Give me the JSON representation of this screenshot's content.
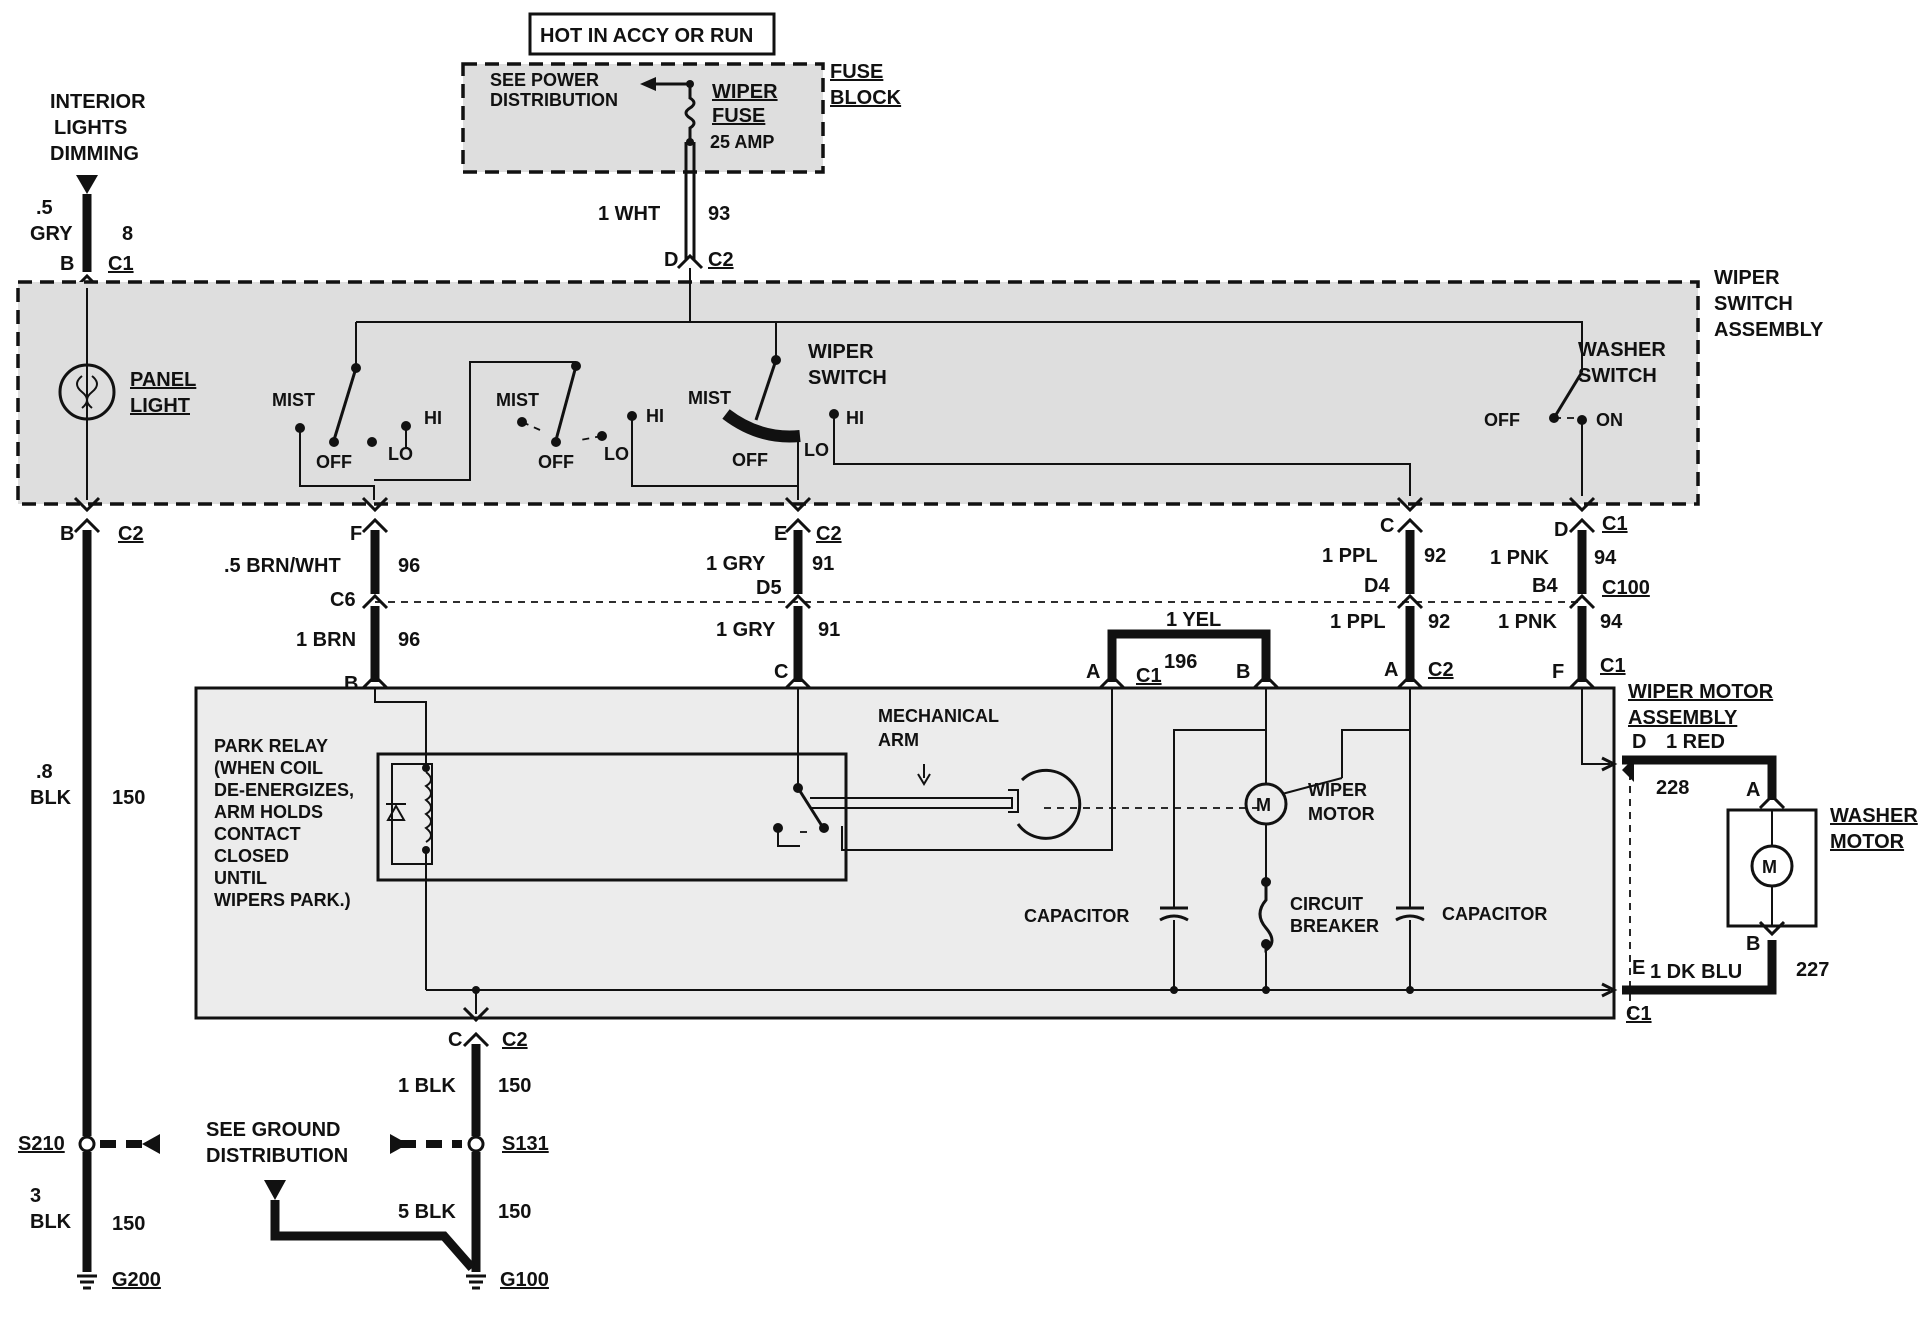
{
  "top": {
    "hot_label": "HOT IN ACCY OR RUN",
    "see_power_1": "SEE POWER",
    "see_power_2": "DISTRIBUTION",
    "wiper_fuse_1": "WIPER",
    "wiper_fuse_2": "FUSE",
    "fuse_amp": "25 AMP",
    "fuse_block_1": "FUSE",
    "fuse_block_2": "BLOCK",
    "wire_size": "1 WHT",
    "wire_num": "93",
    "pin": "D",
    "conn": "C2"
  },
  "dimming": {
    "l1": "INTERIOR",
    "l2": "LIGHTS",
    "l3": "DIMMING",
    "size_1": ".5",
    "size_2": "GRY",
    "num": "8",
    "pin_top": "B",
    "conn_top": "C1",
    "pin_bot": "B",
    "conn_bot": "C2",
    "size_lo_1": ".8",
    "size_lo_2": "BLK",
    "num_lo": "150"
  },
  "panel_light": {
    "l1": "PANEL",
    "l2": "LIGHT"
  },
  "wiper_switch_assembly": {
    "l1": "WIPER",
    "l2": "SWITCH",
    "l3": "ASSEMBLY",
    "wiper_switch_1": "WIPER",
    "wiper_switch_2": "SWITCH",
    "washer_switch_1": "WASHER",
    "washer_switch_2": "SWITCH",
    "mist": "MIST",
    "off": "OFF",
    "lo": "LO",
    "hi": "HI",
    "on": "ON"
  },
  "wires": {
    "f_pin": "F",
    "f_size": ".5 BRN/WHT",
    "f_num": "96",
    "c6": "C6",
    "b_size": "1 BRN",
    "b_num": "96",
    "b_pin": "B",
    "e_pin": "E",
    "e_conn": "C2",
    "e_size": "1 GRY",
    "e_num": "91",
    "d5": "D5",
    "c_size": "1 GRY",
    "c_num": "91",
    "c_pin": "C",
    "cc_pin": "C",
    "cc_size": "1 PPL",
    "cc_num": "92",
    "d4": "D4",
    "a_size": "1 PPL",
    "a_num": "92",
    "a_pin": "A",
    "a_conn": "C2",
    "d_pin": "D",
    "d_conn": "C1",
    "d_size": "1 PNK",
    "d_num": "94",
    "b4": "B4",
    "c100": "C100",
    "fp_size": "1 PNK",
    "fp_num": "94",
    "fp_pin": "F",
    "fp_conn": "C1",
    "yel_size": "1 YEL",
    "yel_num": "196",
    "yel_a": "A",
    "yel_conn": "C1",
    "yel_b": "B"
  },
  "motor_assembly": {
    "l1": "WIPER MOTOR",
    "l2": "ASSEMBLY",
    "park_relay": [
      "PARK RELAY",
      "(WHEN COIL",
      "DE-ENERGIZES,",
      "ARM HOLDS",
      "CONTACT",
      "CLOSED",
      "UNTIL",
      "WIPERS PARK.)"
    ],
    "mech_1": "MECHANICAL",
    "mech_2": "ARM",
    "wiper_motor_1": "WIPER",
    "wiper_motor_2": "MOTOR",
    "capacitor": "CAPACITOR",
    "cb_1": "CIRCUIT",
    "cb_2": "BREAKER",
    "motor_m": "M"
  },
  "washer": {
    "l1": "WASHER",
    "l2": "MOTOR",
    "red_pin": "D",
    "red_size": "1 RED",
    "red_num": "228",
    "a": "A",
    "b": "B",
    "blu_pin": "E",
    "blu_size": "1 DK BLU",
    "blu_num": "227",
    "conn": "C1",
    "m": "M"
  },
  "ground": {
    "c_pin": "C",
    "c_conn": "C2",
    "blk1_size": "1 BLK",
    "blk1_num": "150",
    "s210": "S210",
    "s131": "S131",
    "see_ground_1": "SEE GROUND",
    "see_ground_2": "DISTRIBUTION",
    "blk3_1": "3",
    "blk3_2": "BLK",
    "blk3_num": "150",
    "blk5_size": "5 BLK",
    "blk5_num": "150",
    "g200": "G200",
    "g100": "G100"
  }
}
